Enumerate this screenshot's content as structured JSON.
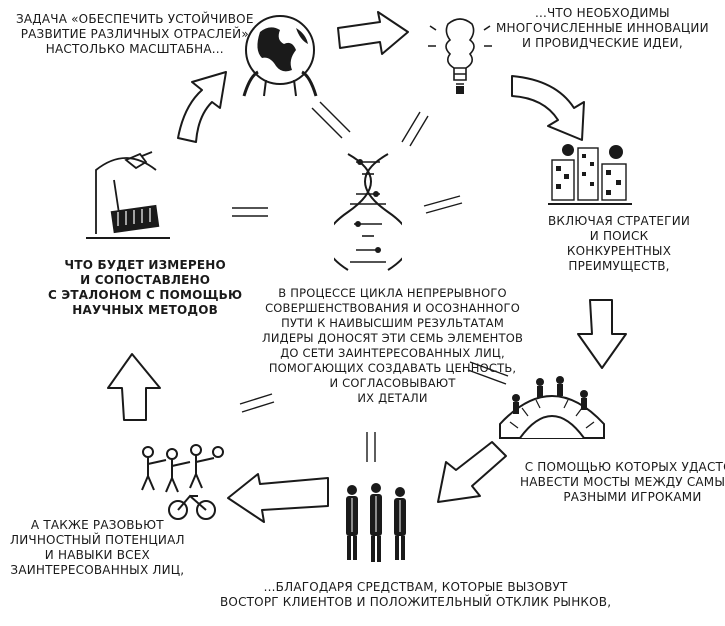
{
  "steps": {
    "globe": [
      "Задача «обеспечить устойчивое",
      "развитие различных отраслей»",
      "настолько масштабна..."
    ],
    "bulb": [
      "...что необходимы",
      "многочисленные инновации",
      "и провидческие идеи,"
    ],
    "strategy": [
      "включая стратегии",
      "и поиск",
      "конкурентных",
      "преимуществ,"
    ],
    "bridge": [
      "с помощью которых удастся",
      "навести мосты между самыми",
      "разными игроками"
    ],
    "people": [
      "...благодаря средствам, которые вызовут",
      "восторг клиентов и положительный отклик рынков,"
    ],
    "chain": [
      "а также разовьют",
      "личностный потенциал",
      "и навыки всех",
      "заинтересованных лиц,"
    ],
    "measure": [
      "что будет измерено",
      "и сопоставлено",
      "с эталоном с помощью",
      "научных методов"
    ]
  },
  "center": [
    "В процессе цикла непрерывного",
    "совершенствования и осознанного",
    "пути к наивысшим результатам",
    "лидеры доносят эти семь элементов",
    "до сети заинтересованных лиц,",
    "помогающих создавать ценность,",
    "и согласовывают",
    "их детали"
  ],
  "colors": {
    "ink": "#1a1a1a",
    "background": "#ffffff"
  }
}
